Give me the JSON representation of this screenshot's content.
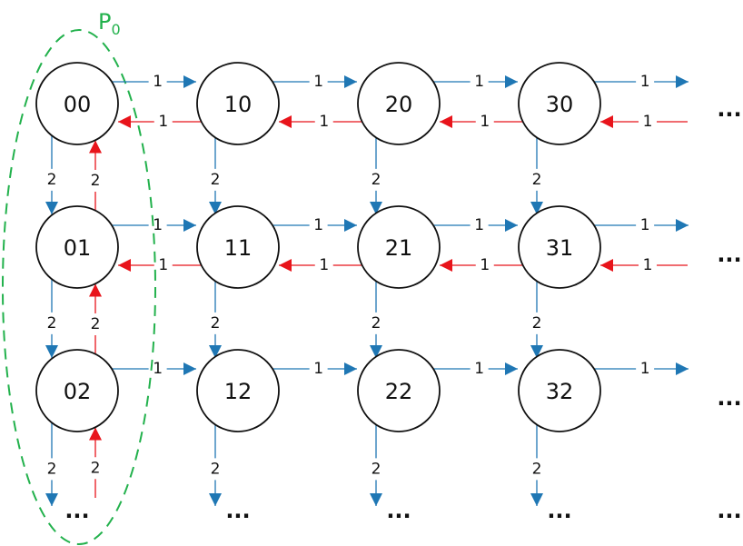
{
  "colors": {
    "forward": "#1f77b4",
    "backward": "#e8141b",
    "group": "#22b14c",
    "node_stroke": "#111111"
  },
  "group": {
    "label": "P",
    "subscript": "0"
  },
  "nodes": [
    {
      "id": "00",
      "label": "00"
    },
    {
      "id": "10",
      "label": "10"
    },
    {
      "id": "20",
      "label": "20"
    },
    {
      "id": "30",
      "label": "30"
    },
    {
      "id": "01",
      "label": "01"
    },
    {
      "id": "11",
      "label": "11"
    },
    {
      "id": "21",
      "label": "21"
    },
    {
      "id": "31",
      "label": "31"
    },
    {
      "id": "02",
      "label": "02"
    },
    {
      "id": "12",
      "label": "12"
    },
    {
      "id": "22",
      "label": "22"
    },
    {
      "id": "32",
      "label": "32"
    }
  ],
  "edges": {
    "horizontal_weight": "1",
    "vertical_weight": "2"
  },
  "continuation": "..."
}
